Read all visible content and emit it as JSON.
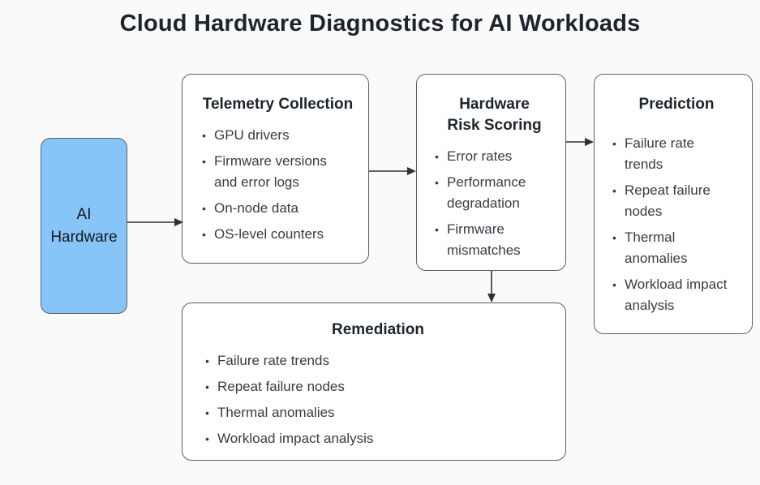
{
  "title": "Cloud Hardware Diagnostics for AI Workloads",
  "ui": {
    "bullet_char": "•"
  },
  "colors": {
    "background": "#fafafa",
    "node_fill": "#ffffff",
    "node_border": "#586068",
    "hardware_fill": "#87c4f8",
    "title_text": "#1d242c",
    "body_text": "#363c44",
    "arrow": "#2c313a"
  },
  "nodes": {
    "ai_hardware": {
      "label": "AI Hardware"
    },
    "telemetry": {
      "title": "Telemetry Collection",
      "items": [
        "GPU drivers",
        "Firmware versions and error logs",
        "On-node data",
        "OS-level counters"
      ]
    },
    "risk_scoring": {
      "title": "Hardware Risk Scoring",
      "items": [
        "Error rates",
        "Performance degradation",
        "Firmware mismatches"
      ]
    },
    "prediction": {
      "title": "Prediction",
      "items": [
        "Failure rate trends",
        "Repeat failure nodes",
        "Thermal anomalies",
        "Workload impact analysis"
      ]
    },
    "remediation": {
      "title": "Remediation",
      "items": [
        "Failure rate trends",
        "Repeat failure nodes",
        "Thermal anomalies",
        "Workload impact analysis"
      ]
    }
  },
  "edges": [
    {
      "from": "AI Hardware",
      "to": "Telemetry Collection"
    },
    {
      "from": "Telemetry Collection",
      "to": "Hardware Risk Scoring"
    },
    {
      "from": "Hardware Risk Scoring",
      "to": "Prediction"
    },
    {
      "from": "Hardware Risk Scoring",
      "to": "Remediation"
    }
  ]
}
